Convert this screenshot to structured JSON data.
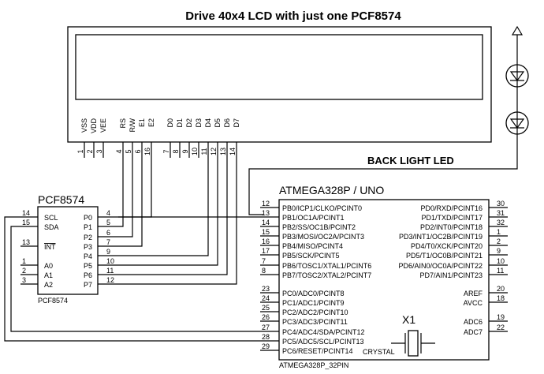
{
  "title": "Drive 40x4 LCD with just one PCF8574",
  "backlight_label": "BACK LIGHT LED",
  "lcd": {
    "pins": [
      {
        "name": "VSS",
        "num": "1"
      },
      {
        "name": "VDD",
        "num": "2"
      },
      {
        "name": "VEE",
        "num": "3"
      },
      {
        "name": "RS",
        "num": "4"
      },
      {
        "name": "R/W",
        "num": "5"
      },
      {
        "name": "E1",
        "num": "6"
      },
      {
        "name": "E2",
        "num": "16"
      },
      {
        "name": "D0",
        "num": "7"
      },
      {
        "name": "D1",
        "num": "8"
      },
      {
        "name": "D2",
        "num": "9"
      },
      {
        "name": "D3",
        "num": "10"
      },
      {
        "name": "D4",
        "num": "11"
      },
      {
        "name": "D5",
        "num": "12"
      },
      {
        "name": "D6",
        "num": "13"
      },
      {
        "name": "D7",
        "num": "14"
      }
    ]
  },
  "pcf": {
    "title": "PCF8574",
    "footer": "PCF8574",
    "left_pins": [
      {
        "num": "14",
        "name": "SCL"
      },
      {
        "num": "15",
        "name": "SDA"
      },
      {
        "num": "13",
        "name": "INT"
      },
      {
        "num": "1",
        "name": "A0"
      },
      {
        "num": "2",
        "name": "A1"
      },
      {
        "num": "3",
        "name": "A2"
      }
    ],
    "right_pins": [
      {
        "name": "P0",
        "num": "4"
      },
      {
        "name": "P1",
        "num": "5"
      },
      {
        "name": "P2",
        "num": "6"
      },
      {
        "name": "P3",
        "num": "7"
      },
      {
        "name": "P4",
        "num": "9"
      },
      {
        "name": "P5",
        "num": "10"
      },
      {
        "name": "P6",
        "num": "11"
      },
      {
        "name": "P7",
        "num": "12"
      }
    ]
  },
  "mcu": {
    "title": "ATMEGA328P / UNO",
    "footer": "ATMEGA328P_32PIN",
    "crystal_ref": "X1",
    "crystal_label": "CRYSTAL",
    "left_pins": [
      {
        "num": "12",
        "name": "PB0/ICP1/CLKO/PCINT0"
      },
      {
        "num": "13",
        "name": "PB1/OC1A/PCINT1"
      },
      {
        "num": "14",
        "name": "PB2/SS/OC1B/PCINT2"
      },
      {
        "num": "15",
        "name": "PB3/MOSI/OC2A/PCINT3"
      },
      {
        "num": "16",
        "name": "PB4/MISO/PCINT4"
      },
      {
        "num": "17",
        "name": "PB5/SCK/PCINT5"
      },
      {
        "num": "7",
        "name": "PB6/TOSC1/XTAL1/PCINT6"
      },
      {
        "num": "8",
        "name": "PB7/TOSC2/XTAL2/PCINT7"
      },
      {
        "num": "23",
        "name": "PC0/ADC0/PCINT8"
      },
      {
        "num": "24",
        "name": "PC1/ADC1/PCINT9"
      },
      {
        "num": "25",
        "name": "PC2/ADC2/PCINT10"
      },
      {
        "num": "26",
        "name": "PC3/ADC3/PCINT11"
      },
      {
        "num": "27",
        "name": "PC4/ADC4/SDA/PCINT12"
      },
      {
        "num": "28",
        "name": "PC5/ADC5/SCL/PCINT13"
      },
      {
        "num": "29",
        "name": "PC6/RESET/PCINT14"
      }
    ],
    "right_pins": [
      {
        "num": "30",
        "name": "PD0/RXD/PCINT16"
      },
      {
        "num": "31",
        "name": "PD1/TXD/PCINT17"
      },
      {
        "num": "32",
        "name": "PD2/INT0/PCINT18"
      },
      {
        "num": "1",
        "name": "PD3/INT1/OC2B/PCINT19"
      },
      {
        "num": "2",
        "name": "PD4/T0/XCK/PCINT20"
      },
      {
        "num": "9",
        "name": "PD5/T1/OC0B/PCINT21"
      },
      {
        "num": "10",
        "name": "PD6/AIN0/OC0A/PCINT22"
      },
      {
        "num": "11",
        "name": "PD7/AIN1/PCINT23"
      },
      {
        "num": "20",
        "name": "AREF"
      },
      {
        "num": "18",
        "name": "AVCC"
      },
      {
        "num": "19",
        "name": "ADC6"
      },
      {
        "num": "22",
        "name": "ADC7"
      }
    ]
  }
}
